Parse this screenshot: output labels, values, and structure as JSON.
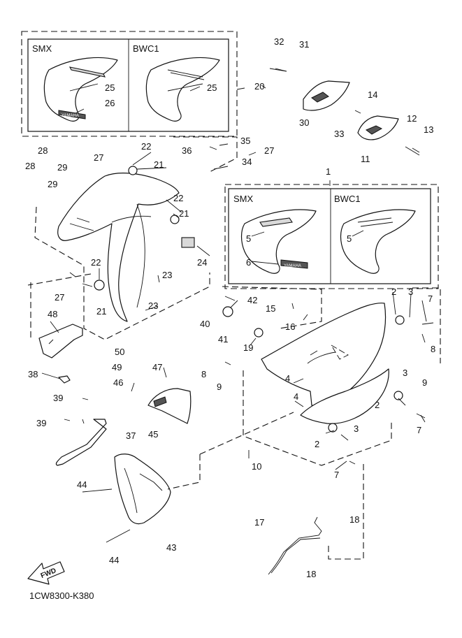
{
  "diagram_code": "1CW8300-K380",
  "fwd_label": "FWD",
  "variant_left": "SMX",
  "variant_right": "BWC1",
  "callouts": [
    {
      "id": "c32",
      "n": "32"
    },
    {
      "id": "c31",
      "n": "31"
    },
    {
      "id": "c30",
      "n": "30"
    },
    {
      "id": "c33",
      "n": "33"
    },
    {
      "id": "c14",
      "n": "14"
    },
    {
      "id": "c12",
      "n": "12"
    },
    {
      "id": "c13",
      "n": "13"
    },
    {
      "id": "c11",
      "n": "11"
    },
    {
      "id": "c20",
      "n": "20"
    },
    {
      "id": "c25a",
      "n": "25"
    },
    {
      "id": "c26",
      "n": "26"
    },
    {
      "id": "c25b",
      "n": "25"
    },
    {
      "id": "c28a",
      "n": "28"
    },
    {
      "id": "c29a",
      "n": "29"
    },
    {
      "id": "c27a",
      "n": "27"
    },
    {
      "id": "c22a",
      "n": "22"
    },
    {
      "id": "c21a",
      "n": "21"
    },
    {
      "id": "c36",
      "n": "36"
    },
    {
      "id": "c35",
      "n": "35"
    },
    {
      "id": "c27b",
      "n": "27"
    },
    {
      "id": "c34",
      "n": "34"
    },
    {
      "id": "c28b",
      "n": "28"
    },
    {
      "id": "c29b",
      "n": "29"
    },
    {
      "id": "c1",
      "n": "1"
    },
    {
      "id": "c22b",
      "n": "22"
    },
    {
      "id": "c21b",
      "n": "21"
    },
    {
      "id": "c24",
      "n": "24"
    },
    {
      "id": "c5a",
      "n": "5"
    },
    {
      "id": "c6",
      "n": "6"
    },
    {
      "id": "c5b",
      "n": "5"
    },
    {
      "id": "c22c",
      "n": "22"
    },
    {
      "id": "c23a",
      "n": "23"
    },
    {
      "id": "c27c",
      "n": "27"
    },
    {
      "id": "c21c",
      "n": "21"
    },
    {
      "id": "c23b",
      "n": "23"
    },
    {
      "id": "c42",
      "n": "42"
    },
    {
      "id": "c15",
      "n": "15"
    },
    {
      "id": "c2a",
      "n": "2"
    },
    {
      "id": "c3a",
      "n": "3"
    },
    {
      "id": "c7a",
      "n": "7"
    },
    {
      "id": "c40",
      "n": "40"
    },
    {
      "id": "c16",
      "n": "16"
    },
    {
      "id": "c48",
      "n": "48"
    },
    {
      "id": "c41",
      "n": "41"
    },
    {
      "id": "c19",
      "n": "19"
    },
    {
      "id": "c50",
      "n": "50"
    },
    {
      "id": "c8a",
      "n": "8"
    },
    {
      "id": "c9a",
      "n": "9"
    },
    {
      "id": "c49",
      "n": "49"
    },
    {
      "id": "c38",
      "n": "38"
    },
    {
      "id": "c47",
      "n": "47"
    },
    {
      "id": "c8b",
      "n": "8"
    },
    {
      "id": "c9b",
      "n": "9"
    },
    {
      "id": "c4a",
      "n": "4"
    },
    {
      "id": "c3b",
      "n": "3"
    },
    {
      "id": "c46",
      "n": "46"
    },
    {
      "id": "c39a",
      "n": "39"
    },
    {
      "id": "c4b",
      "n": "4"
    },
    {
      "id": "c2b",
      "n": "2"
    },
    {
      "id": "c7b",
      "n": "7"
    },
    {
      "id": "c39b",
      "n": "39"
    },
    {
      "id": "c45",
      "n": "45"
    },
    {
      "id": "c37",
      "n": "37"
    },
    {
      "id": "c3c",
      "n": "3"
    },
    {
      "id": "c2c",
      "n": "2"
    },
    {
      "id": "c10",
      "n": "10"
    },
    {
      "id": "c7c",
      "n": "7"
    },
    {
      "id": "c44a",
      "n": "44"
    },
    {
      "id": "c43",
      "n": "43"
    },
    {
      "id": "c17",
      "n": "17"
    },
    {
      "id": "c18a",
      "n": "18"
    },
    {
      "id": "c44b",
      "n": "44"
    },
    {
      "id": "c18b",
      "n": "18"
    }
  ]
}
